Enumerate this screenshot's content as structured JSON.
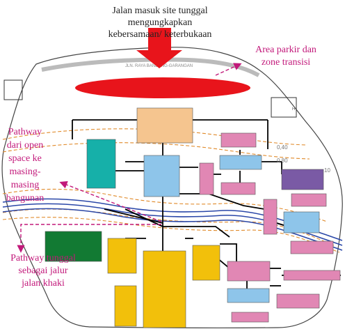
{
  "annotations": {
    "entry_line1": "Jalan masuk site tunggal",
    "entry_line2": "mengungkapkan",
    "entry_line3": "kebersamaan/ keterbukaan",
    "parking_line1": "Area parkir dan",
    "parking_line2": "zone transisi",
    "pathway_left": [
      "Pathway",
      "dari open",
      "space ke",
      "masing-",
      "masing",
      "bangunan"
    ],
    "pathway_single": [
      "Pathway tunggal",
      "sebagai jalur",
      "jalan khaki"
    ],
    "road_label": "JLN. RAYA BANDUNG-GARANGAN",
    "contour_1": "0,40",
    "contour_2": "0,80",
    "contour_3": "10"
  },
  "colors": {
    "arrow": "#e8141b",
    "parking": "#e8141b",
    "annotation": "#c2187a",
    "tan": "#f5c58f",
    "blue": "#8ec5ea",
    "teal": "#16b0a9",
    "pink": "#e187b4",
    "purple": "#7a5aa5",
    "green": "#127a33",
    "yellow": "#f2c00b",
    "river": "#2a47a8",
    "contour": "#e08a2a"
  }
}
